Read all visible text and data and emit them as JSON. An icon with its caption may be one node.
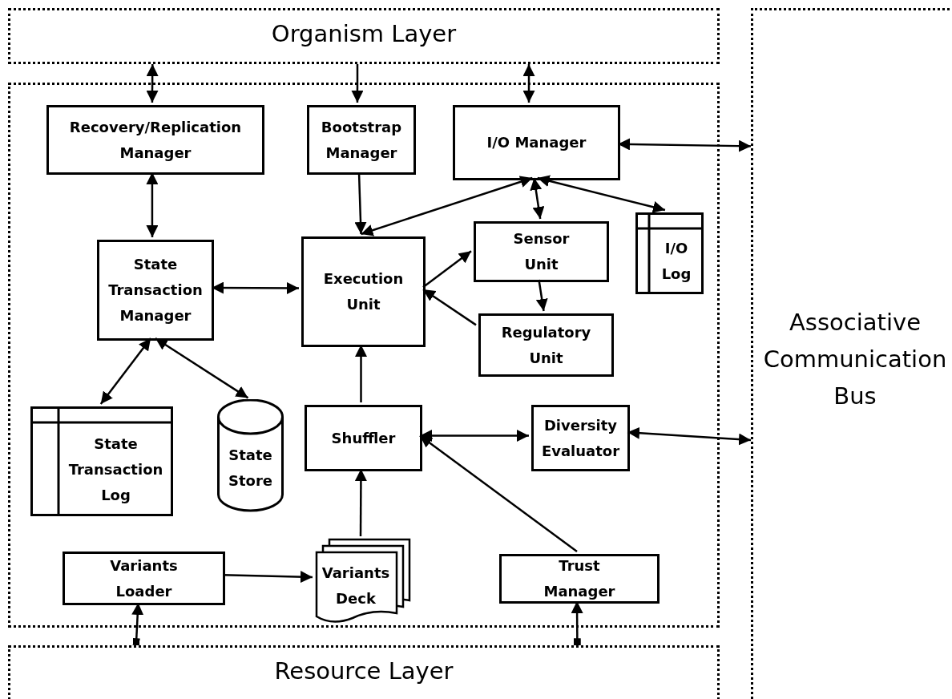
{
  "diagram": {
    "nodes": [
      {
        "text": [
          "Organism Layer"
        ]
      },
      {
        "text": [],
        "shape": "box"
      },
      {
        "text": [
          "Recovery/Replication Manager"
        ],
        "in": 1
      },
      {
        "text": [
          "Bootstrap Manager"
        ],
        "in": 1
      },
      {
        "text": [
          "I/O Manager"
        ],
        "in": 1
      },
      {
        "text": [
          "State Transaction Manager"
        ],
        "in": 1
      },
      {
        "text": [
          "Execution Unit"
        ],
        "in": 1
      },
      {
        "text": [
          "Sensor Unit"
        ],
        "in": 1
      },
      {
        "text": [
          "I/O Log"
        ],
        "in": 1
      },
      {
        "text": [
          "Regulatory Unit"
        ],
        "in": 1
      },
      {
        "text": [
          "State Transaction Log"
        ],
        "in": 1
      },
      {
        "text": [
          "State Store"
        ],
        "in": 1
      },
      {
        "text": [
          "Shuffler"
        ],
        "in": 1
      },
      {
        "text": [
          "Diversity Evaluator"
        ],
        "in": 1
      },
      {
        "text": [
          "Variants Loader"
        ],
        "in": 1
      },
      {
        "text": [
          "Variants Deck"
        ],
        "in": 1
      },
      {
        "text": [
          "Trust Manager"
        ],
        "in": 1
      },
      {
        "text": [
          "Resource Layer"
        ]
      },
      {
        "text": [
          "Associative Communication Bus"
        ]
      }
    ],
    "edges": [
      {
        "from": 0,
        "to": 2,
        "arrow": "both"
      },
      {
        "from": 0,
        "to": 3,
        "arrow": "to"
      },
      {
        "from": 0,
        "to": 4,
        "arrow": "both"
      },
      {
        "from": 4,
        "to": 18,
        "arrow": "both"
      },
      {
        "from": 2,
        "to": 5,
        "arrow": "both"
      },
      {
        "from": 3,
        "to": 6,
        "arrow": "to"
      },
      {
        "from": 4,
        "to": 6,
        "arrow": "both"
      },
      {
        "from": 4,
        "to": 7,
        "arrow": "both"
      },
      {
        "from": 4,
        "to": 8,
        "arrow": "both"
      },
      {
        "from": 5,
        "to": 6,
        "arrow": "both"
      },
      {
        "from": 6,
        "to": 7,
        "arrow": "to"
      },
      {
        "from": 7,
        "to": 9,
        "arrow": "to"
      },
      {
        "from": 9,
        "to": 6,
        "arrow": "to"
      },
      {
        "from": 5,
        "to": 10,
        "arrow": "both"
      },
      {
        "from": 5,
        "to": 11,
        "arrow": "both"
      },
      {
        "from": 12,
        "to": 6,
        "arrow": "to"
      },
      {
        "from": 12,
        "to": 13,
        "arrow": "both"
      },
      {
        "from": 13,
        "to": 18,
        "arrow": "both"
      },
      {
        "from": 16,
        "to": 12,
        "arrow": "to"
      },
      {
        "from": 14,
        "to": 15,
        "arrow": "to"
      },
      {
        "from": 15,
        "to": 12,
        "arrow": "to"
      },
      {
        "from": 17,
        "to": 14,
        "arrow": "to"
      },
      {
        "from": 17,
        "to": 16,
        "arrow": "to"
      }
    ]
  }
}
